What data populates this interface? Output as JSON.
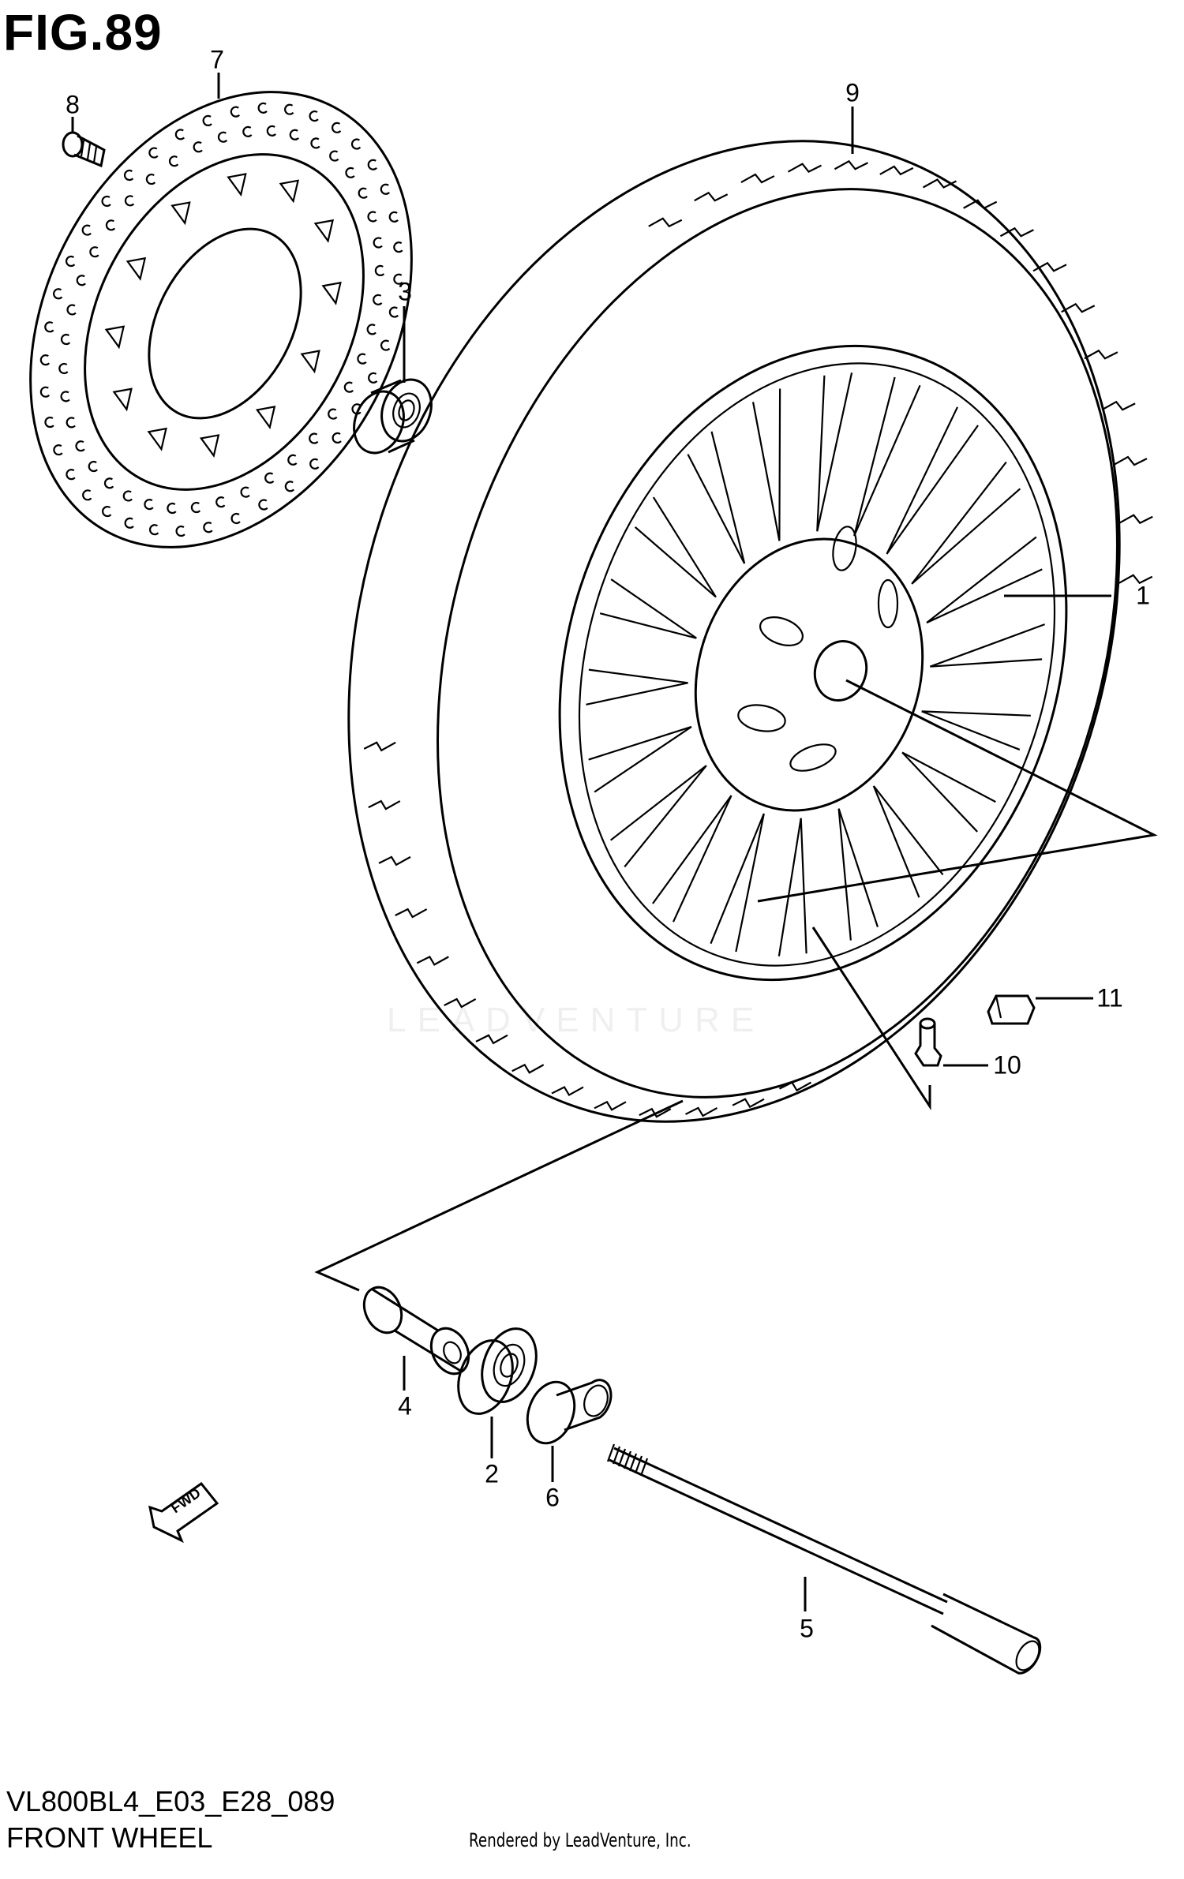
{
  "figure": {
    "title": "FIG.89"
  },
  "callouts": [
    {
      "id": "1",
      "label": "1"
    },
    {
      "id": "2",
      "label": "2"
    },
    {
      "id": "3",
      "label": "3"
    },
    {
      "id": "4",
      "label": "4"
    },
    {
      "id": "5",
      "label": "5"
    },
    {
      "id": "6",
      "label": "6"
    },
    {
      "id": "7",
      "label": "7"
    },
    {
      "id": "8",
      "label": "8"
    },
    {
      "id": "9",
      "label": "9"
    },
    {
      "id": "10",
      "label": "10"
    },
    {
      "id": "11",
      "label": "11"
    }
  ],
  "footer": {
    "code": "VL800BL4_E03_E28_089",
    "name": "FRONT WHEEL",
    "rendered_by": "Rendered by LeadVenture, Inc."
  },
  "watermark": "LEADVENTURE",
  "fwd_arrow": "FWD"
}
